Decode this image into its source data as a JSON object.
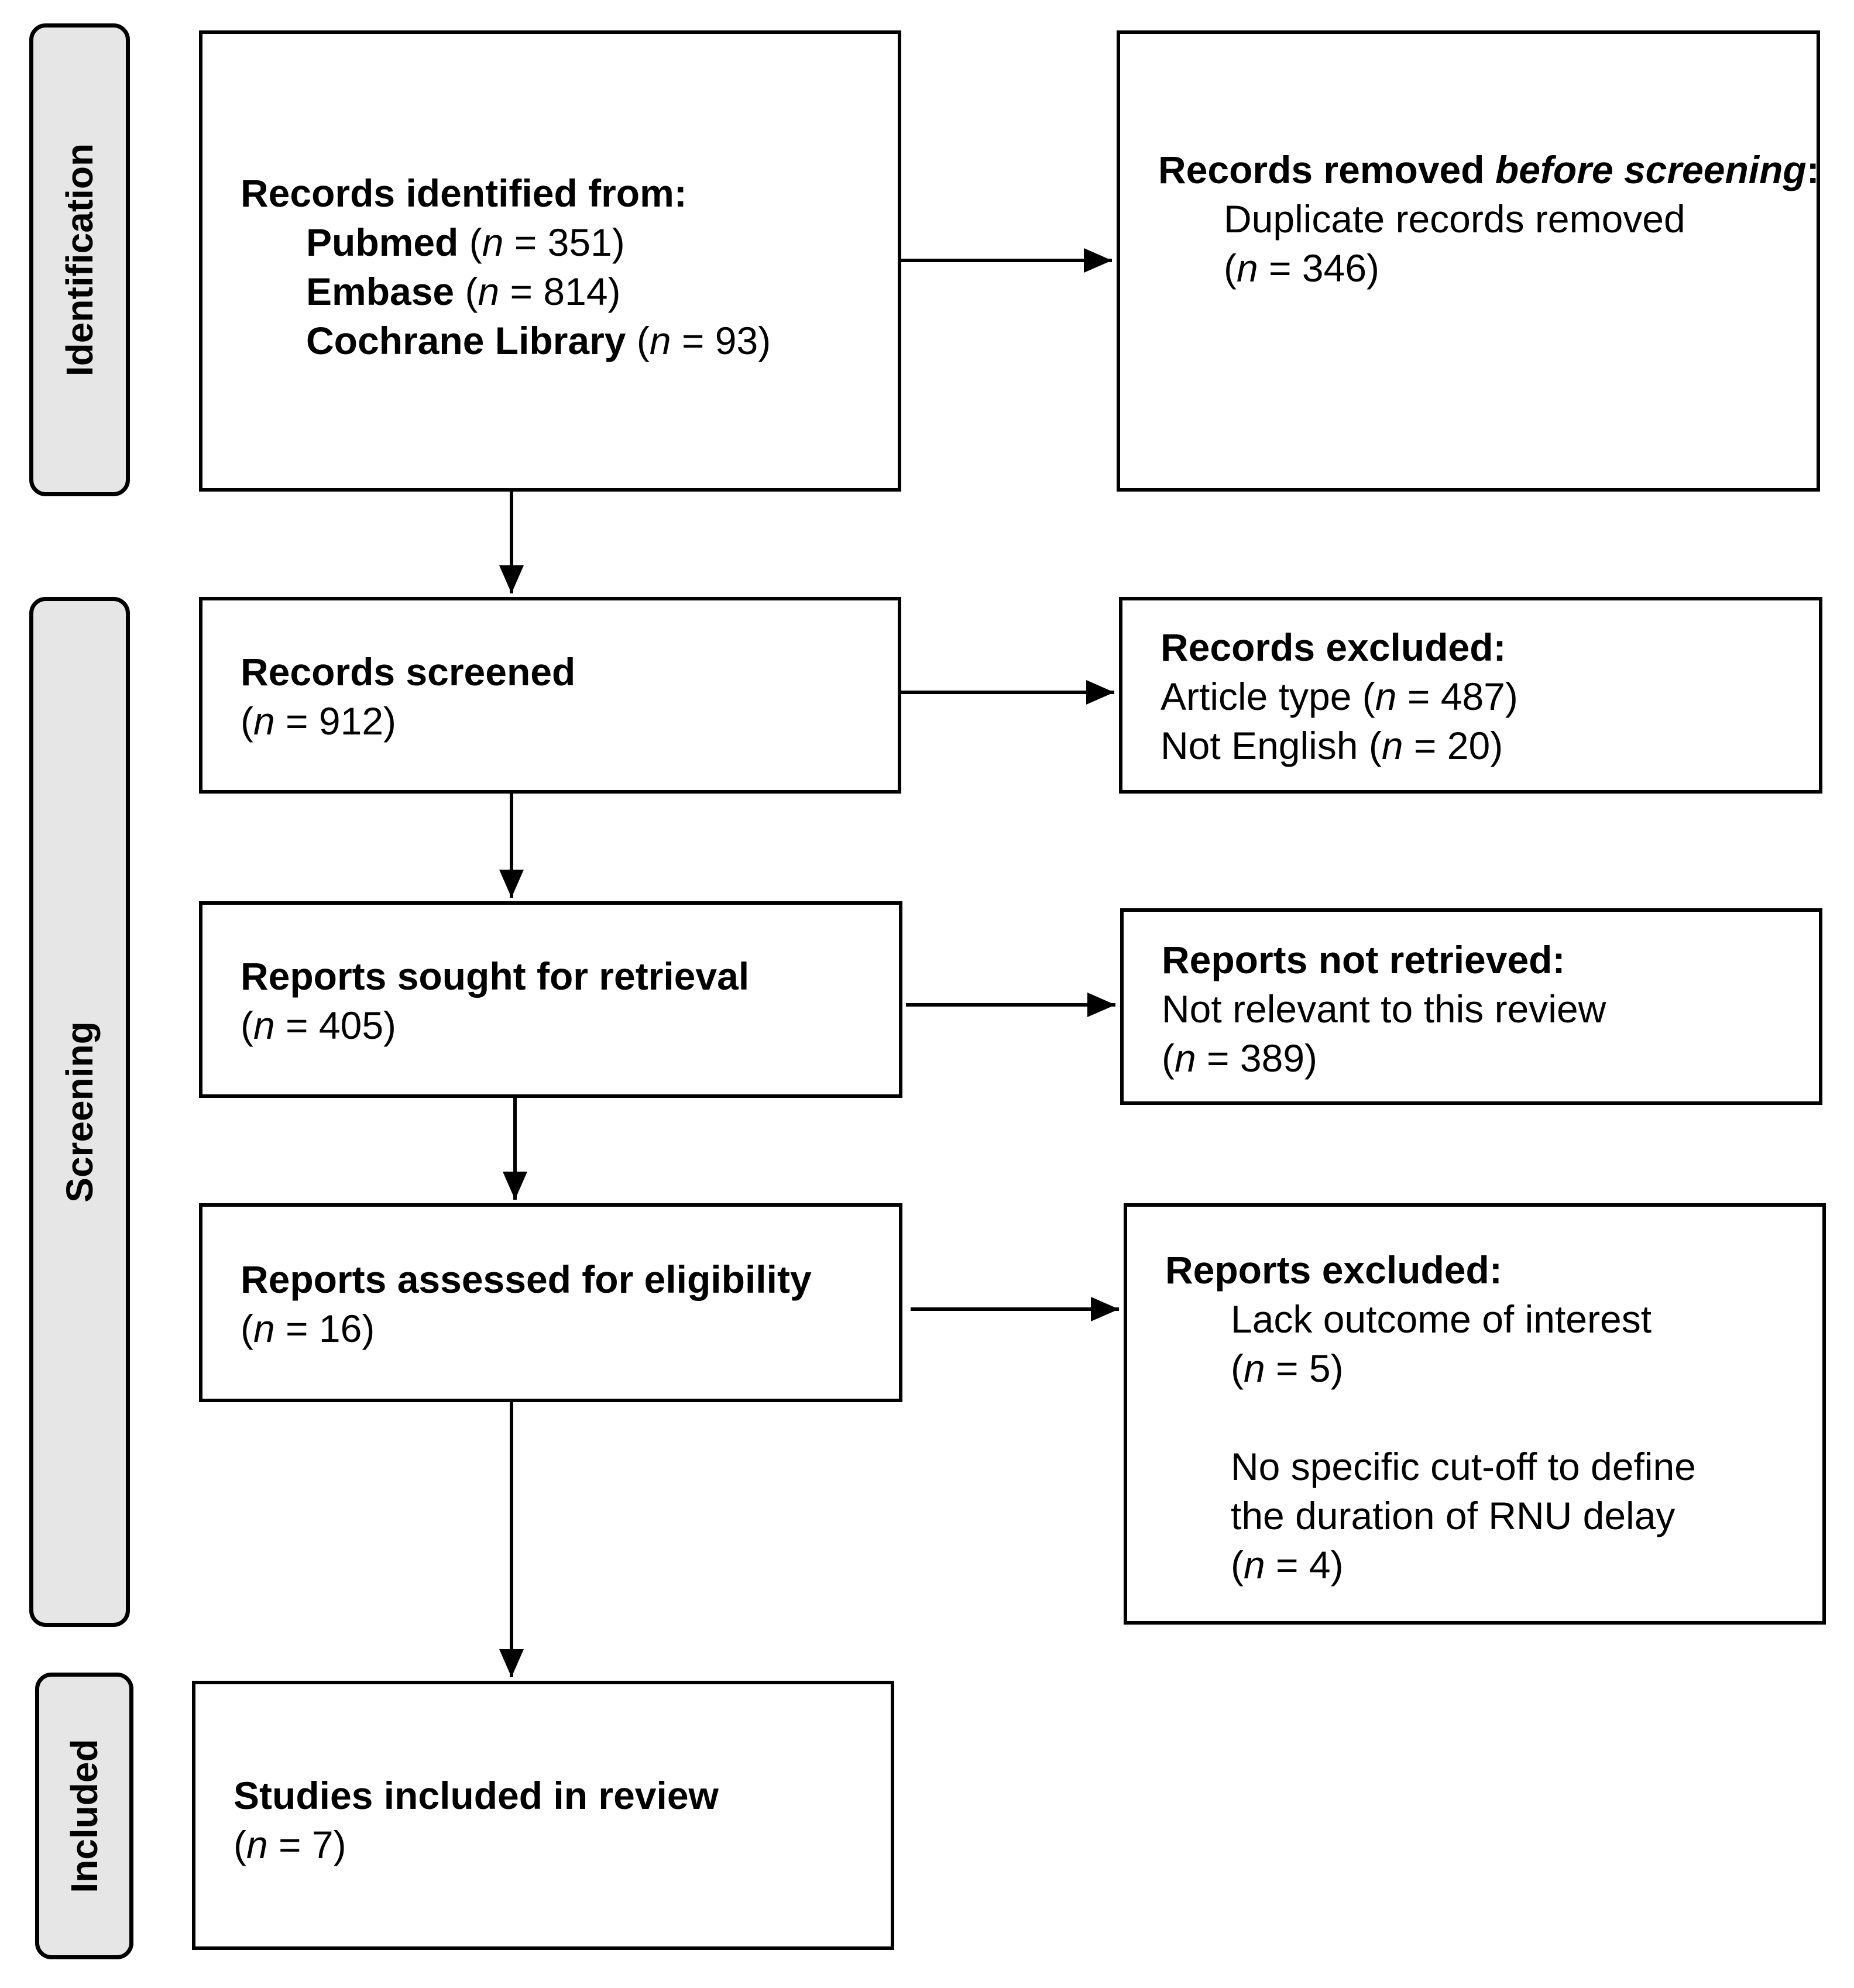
{
  "phases": {
    "identification": "Identification",
    "screening": "Screening",
    "included": "Included"
  },
  "identified": {
    "title": "Records identified from:",
    "sources": [
      {
        "name": "Pubmed",
        "n": "351"
      },
      {
        "name": "Embase",
        "n": "814"
      },
      {
        "name": "Cochrane Library",
        "n": "93"
      }
    ]
  },
  "removed": {
    "title_a": "Records removed ",
    "title_b": "before screening",
    "title_c": ":",
    "reason": "Duplicate records removed",
    "n": "346"
  },
  "screened": {
    "title": "Records screened",
    "n": "912"
  },
  "excluded": {
    "title": "Records excluded:",
    "reasons": [
      {
        "label": "Article type",
        "n": "487"
      },
      {
        "label": "Not English",
        "n": "20"
      }
    ]
  },
  "sought": {
    "title": "Reports sought for retrieval",
    "n": "405"
  },
  "not_retrieved": {
    "title": "Reports not retrieved:",
    "reason": "Not relevant to this review",
    "n": "389"
  },
  "assessed": {
    "title": "Reports assessed for eligibility",
    "n": "16"
  },
  "reports_excluded": {
    "title": "Reports excluded:",
    "reason1": "Lack outcome of interest",
    "n1": "5",
    "reason2_line1": "No specific cut-off to define",
    "reason2_line2": "the duration of RNU delay",
    "n2": "4"
  },
  "included": {
    "title": "Studies included in review",
    "n": "7"
  },
  "n_symbol": "n"
}
